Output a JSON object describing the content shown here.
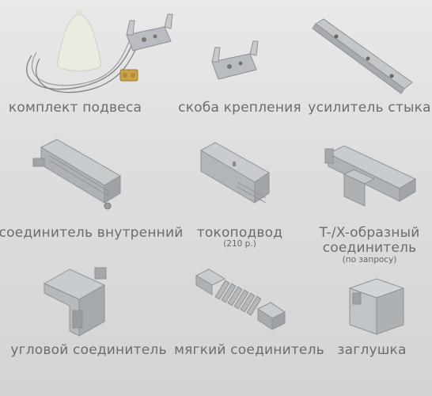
{
  "items": [
    {
      "label": "комплект подвеса"
    },
    {
      "label": "скоба крепления"
    },
    {
      "label": "усилитель стыка"
    },
    {
      "label": "соединитель внутренний"
    },
    {
      "label": "токоподвод",
      "note": "(210 р.)"
    },
    {
      "label": "T-/X-образный",
      "label2": "соединитель",
      "note": "(по запросу)"
    },
    {
      "label": "угловой соединитель"
    },
    {
      "label": "мягкий соединитель"
    },
    {
      "label": "заглушка"
    }
  ],
  "colors": {
    "label": "#6c6c6c",
    "metal": "#b9bcc0",
    "brass": "#c9a24a",
    "cap": "#ecebe2"
  }
}
